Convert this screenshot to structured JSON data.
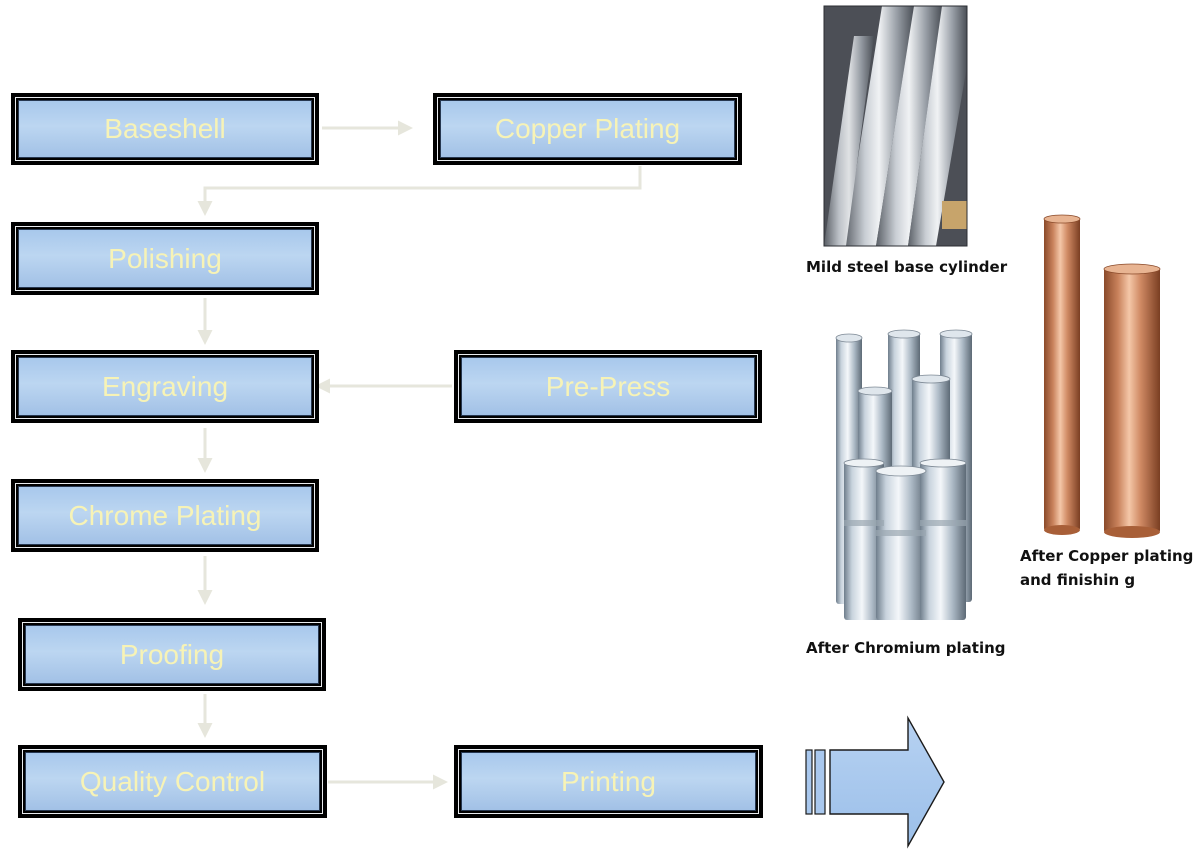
{
  "steps": {
    "baseshell": "Baseshell",
    "copper_plating": "Copper Plating",
    "polishing": "Polishing",
    "engraving": "Engraving",
    "pre_press": "Pre-Press",
    "chrome_plating": "Chrome Plating",
    "proofing": "Proofing",
    "quality_control": "Quality Control",
    "printing": "Printing"
  },
  "captions": {
    "mild_steel": "Mild steel base cylinder",
    "after_copper_line1": "After Copper plating",
    "after_copper_line2": "and finishin g",
    "after_chromium": "After Chromium plating"
  },
  "colors": {
    "box_fill": "#b2cff0",
    "box_text": "#f7f3b6",
    "connector": "#e6e6dc",
    "big_arrow": "#a9c8ee"
  },
  "icons": {
    "steel_photo": "steel-cylinders-photo",
    "chrome_photo": "chrome-cylinders-photo",
    "copper_photo": "copper-cylinders-photo",
    "output_arrow": "block-arrow-right"
  }
}
